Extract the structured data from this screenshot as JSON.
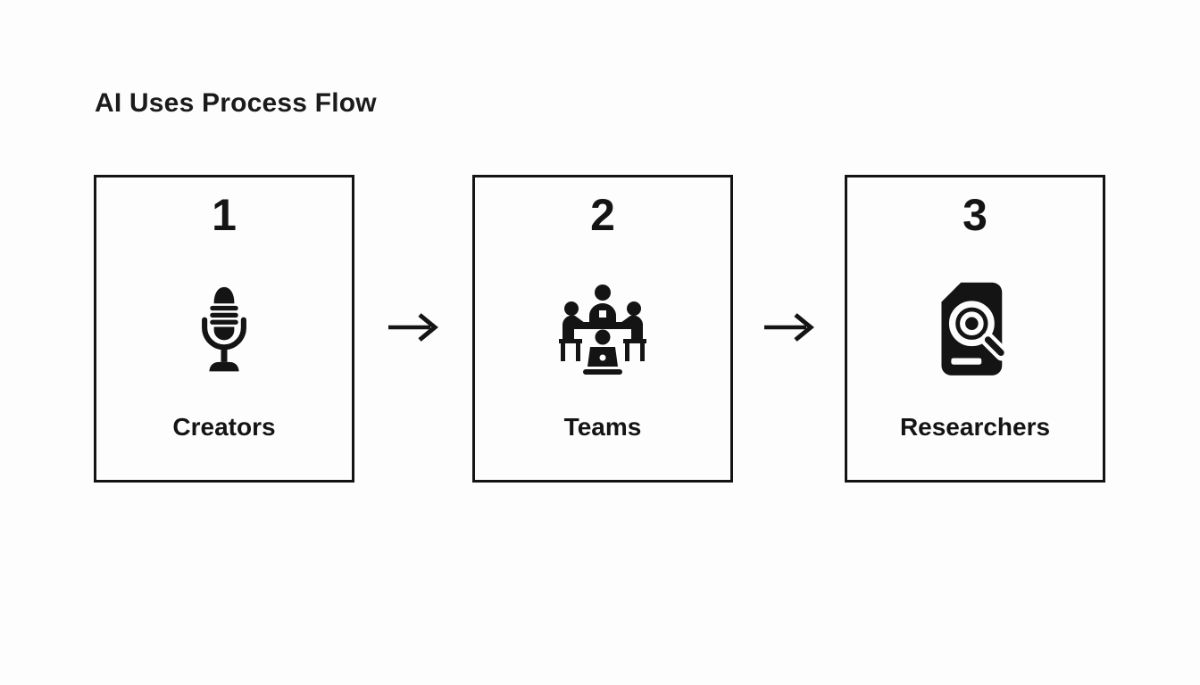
{
  "title": "AI Uses Process Flow",
  "colors": {
    "background": "#fdfdfd",
    "ink": "#141414",
    "box_border": "#141414"
  },
  "flow": {
    "steps": [
      {
        "number": "1",
        "label": "Creators",
        "icon": "microphone-icon"
      },
      {
        "number": "2",
        "label": "Teams",
        "icon": "meeting-icon"
      },
      {
        "number": "3",
        "label": "Researchers",
        "icon": "document-search-icon"
      }
    ],
    "connector": {
      "glyph": "→",
      "icon": "right-arrow-icon"
    }
  }
}
